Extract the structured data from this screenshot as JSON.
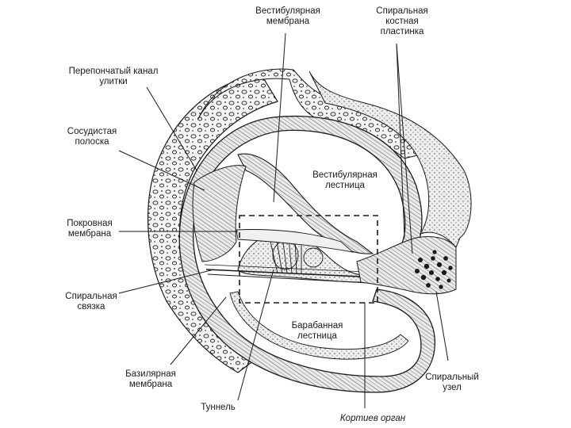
{
  "labels": {
    "vestibular_membrane": [
      "Вестибулярная",
      "мембрана"
    ],
    "spiral_lamina": [
      "Спиральная",
      "костная",
      "пластинка"
    ],
    "membranous_canal": [
      "Перепончатый канал",
      "улитки"
    ],
    "stria_vascularis": [
      "Сосудистая",
      "полоска"
    ],
    "scala_vestibuli": [
      "Вестибулярная",
      "лестница"
    ],
    "tectorial_membrane": [
      "Покровная",
      "мембрана"
    ],
    "spiral_ligament": [
      "Спиральная",
      "связка"
    ],
    "scala_tympani": [
      "Барабанная",
      "лестница"
    ],
    "basilar_membrane": [
      "Базилярная",
      "мембрана"
    ],
    "spiral_ganglion": [
      "Спиральный",
      "узел"
    ],
    "tunnel": [
      "Туннель"
    ],
    "organ_of_corti": [
      "Кортиев орган"
    ]
  },
  "colors": {
    "ink": "#1a1a1a",
    "paper": "#ffffff",
    "tissue": "#e6e6e6",
    "bone": "#f3f3f3"
  }
}
